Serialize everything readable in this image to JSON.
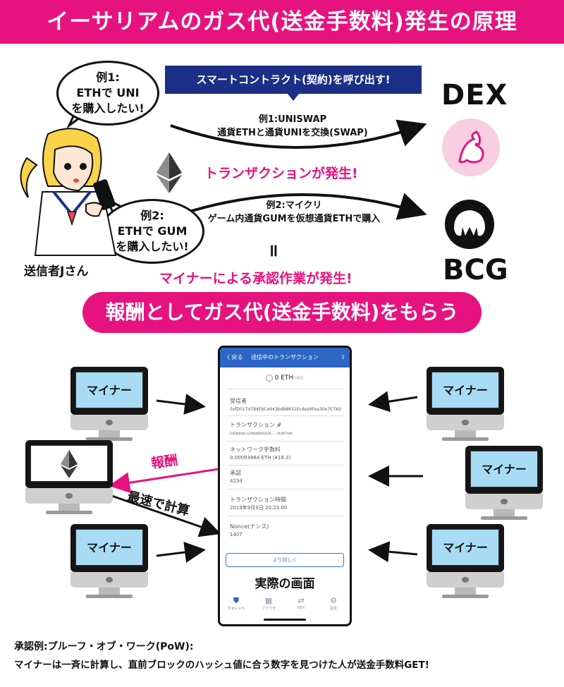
{
  "title": "イーサリアムのガス代(送金手数料)発生の原理",
  "bubble_left_top": "例1:\nETHで UNI\nを購入したい!",
  "bubble_left_bottom": "例2:\nETHで GUM\nを購入したい!",
  "sender_label": "送信者Jさん",
  "smart_contract_banner": "スマートコントラクト(契約)を呼び出す!",
  "example1": "例1:UNISWAP\n通貨ETHと通貨UNIを交換(SWAP)",
  "transaction_occurs": "トランザクションが発生!",
  "example2": "例2:マイクリ\nゲーム内通貨GUMを仮想通貨ETHで購入",
  "equals_sign": "॥",
  "miner_approval": "マイナーによる承認作業が発生!",
  "dex_label": "DEX",
  "bcg_label": "BCG",
  "reward_pill": "報酬としてガス代(送金手数料)をもらう",
  "miner_label": "マイナー",
  "reward_label": "報酬",
  "fastest_calc": "最速で計算",
  "phone": {
    "back": "〈 戻る",
    "title": "送信中のトランザクション",
    "amount": "0 ETH",
    "amount_jpy": "(¥0)",
    "recipient_label": "受信者",
    "recipient_value": "0xfD0174784EbCe943bdb8832Ecdea9Fea30e7C7A0",
    "tx_label": "トランザクション #",
    "tx_value": "0x60b8d4ccce4f6d84b62e3b... ...f0c8574d8",
    "fee_label": "ネットワーク手数料",
    "fee_value": "0.00093884 ETH (¥18.3)",
    "confirm_label": "承認",
    "confirm_value": "4234",
    "time_label": "トランザクション時間",
    "time_value": "2019年9月9日 20:23:00",
    "nonce_label": "Nonce(ナンス)",
    "nonce_value": "1407",
    "more_button": "より詳しく",
    "real_screen": "実際の画面",
    "tabs": [
      {
        "icon": "⛊",
        "label": "ウォレット"
      },
      {
        "icon": "▦",
        "label": "ブラウザ"
      },
      {
        "icon": "⇄",
        "label": "DEX"
      },
      {
        "icon": "⚙",
        "label": "設定"
      }
    ]
  },
  "footnote_line1": "承認例:プルーフ・オブ・ワーク(PoW):",
  "footnote_line2": "マイナーは一斉に計算し、直前ブロックのハッシュ値に合う数字を見つけた人が送金手数料GET!",
  "colors": {
    "accent_pink": "#e6137f",
    "banner_navy": "#1b2f86",
    "screen_blue": "#a8dcf5"
  }
}
